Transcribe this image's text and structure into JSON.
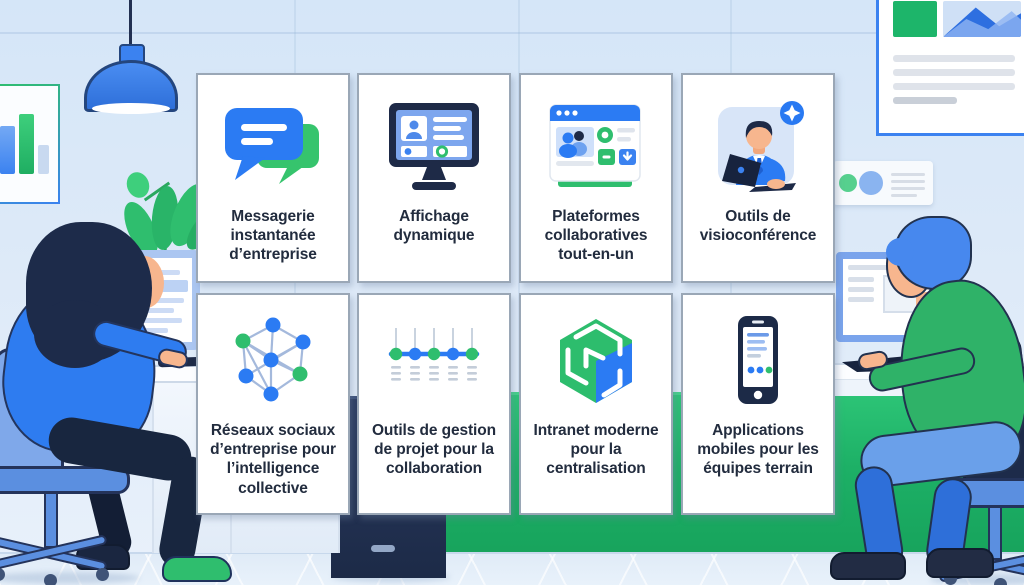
{
  "cards": [
    {
      "label": "Messagerie instantanée d’entreprise",
      "icon": "chat-bubbles-icon"
    },
    {
      "label": "Affichage dynamique",
      "icon": "digital-signage-monitor-icon"
    },
    {
      "label": "Plateformes collaboratives tout-en-un",
      "icon": "collaborative-platform-window-icon"
    },
    {
      "label": "Outils de visioconférence",
      "icon": "video-conference-person-icon"
    },
    {
      "label": "Réseaux sociaux d’entreprise pour l’intelligence collective",
      "icon": "social-network-graph-icon"
    },
    {
      "label": "Outils de gestion de projet pour la collaboration",
      "icon": "project-timeline-icon"
    },
    {
      "label": "Intranet moderne pour la centralisation",
      "icon": "intranet-hexagon-logo-icon"
    },
    {
      "label": "Applications mobiles pour les équipes terrain",
      "icon": "mobile-app-phone-icon"
    }
  ],
  "colors": {
    "accent_blue": "#2b7bf3",
    "accent_green": "#2dbd6d",
    "dark_navy": "#1e2a47",
    "card_text": "#222c3e",
    "desk_band_green": "#1db066",
    "wall_blue": "#dbe9f8"
  },
  "scene_elements": [
    "pendant-lamp",
    "wall-bar-chart-poster",
    "potted-plant",
    "woman-working-at-desktop",
    "desktop-monitor",
    "keyboard",
    "office-chair-left",
    "wall-analytics-poster",
    "wall-note-card",
    "right-monitor",
    "man-working-on-laptop",
    "office-chair-right",
    "filing-cabinet",
    "green-desk-divider",
    "tiled-floor"
  ]
}
